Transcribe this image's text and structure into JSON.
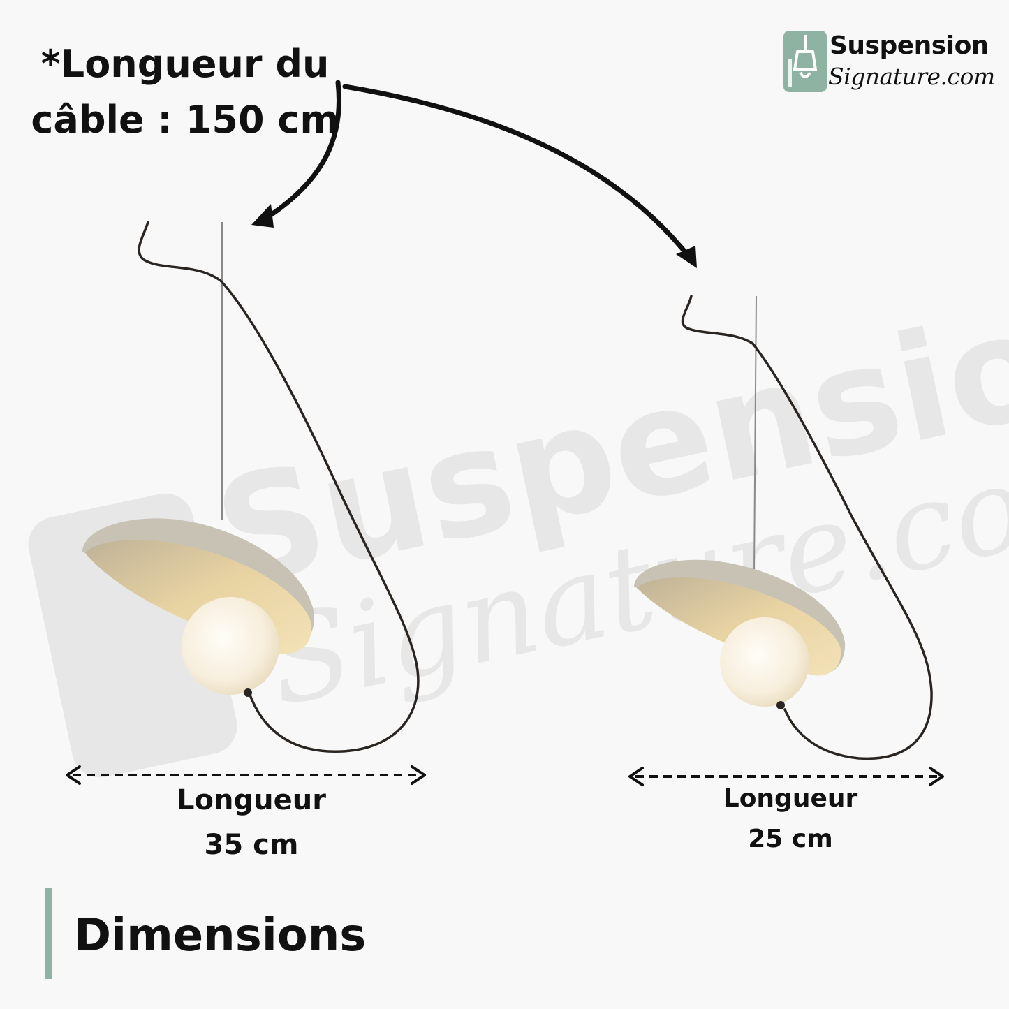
{
  "cable_note": {
    "line1": "*Longueur du",
    "line2": "câble : 150 cm"
  },
  "logo": {
    "word": "Suspension",
    "script": "Signature.com"
  },
  "watermark": {
    "word": "Suspension",
    "script": "Signature.com"
  },
  "lamps": [
    {
      "label": "Longueur",
      "size": "35 cm"
    },
    {
      "label": "Longueur",
      "size": "25 cm"
    }
  ],
  "section": {
    "title": "Dimensions"
  },
  "colors": {
    "accent": "#8fb3a2",
    "background": "#f8f8f8",
    "text": "#111111",
    "shade_outer": "#c9c3b5",
    "shade_inner": "#e3cfa0",
    "globe": "#fbf4e6"
  }
}
